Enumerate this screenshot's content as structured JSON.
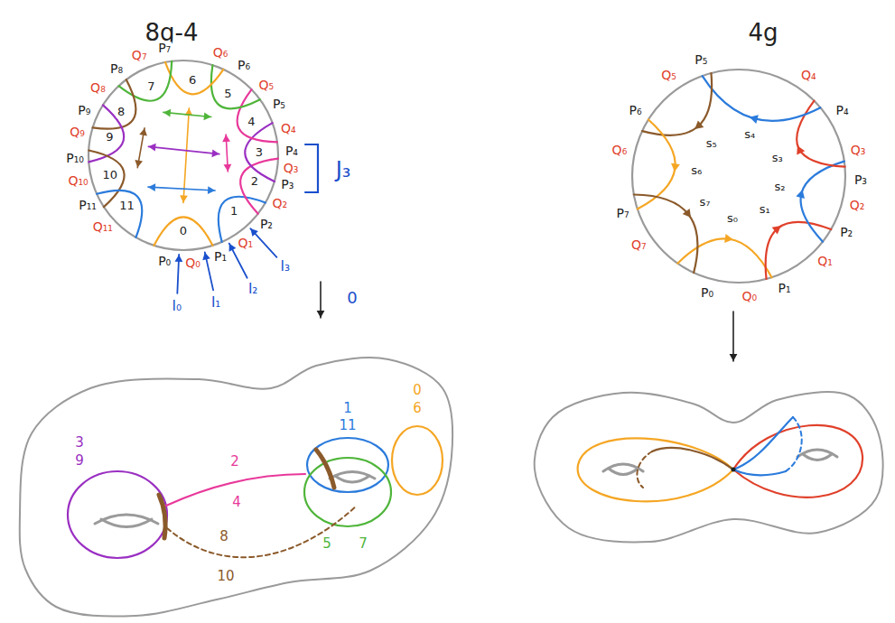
{
  "diagram": {
    "labels": [
      "8g-4",
      "4g",
      "P₀",
      "P₁",
      "P₂",
      "P₃",
      "P₄",
      "P₅",
      "P₆",
      "P₇",
      "P₈",
      "P₉",
      "P₁₀",
      "P₁₁",
      "Q₀",
      "Q₁",
      "Q₂",
      "Q₃",
      "Q₄",
      "Q₅",
      "Q₆",
      "Q₇",
      "Q₈",
      "Q₉",
      "Q₁₀",
      "Q₁₁",
      "0",
      "1",
      "2",
      "3",
      "4",
      "5",
      "6",
      "7",
      "8",
      "9",
      "10",
      "11",
      "J₃",
      "I₀",
      "I₁",
      "I₂",
      "I₃",
      "0",
      "3",
      "9",
      "2",
      "4",
      "1",
      "11",
      "0",
      "6",
      "8",
      "10",
      "5",
      "7",
      "P₀",
      "P₁",
      "P₂",
      "P₃",
      "P₄",
      "P₅",
      "P₆",
      "P₇",
      "Q₀",
      "Q₁",
      "Q₂",
      "Q₃",
      "Q₄",
      "Q₅",
      "Q₆",
      "Q₇",
      "s₀",
      "s₁",
      "s₂",
      "s₃",
      "s₄",
      "s₅",
      "s₆",
      "s₇"
    ]
  }
}
